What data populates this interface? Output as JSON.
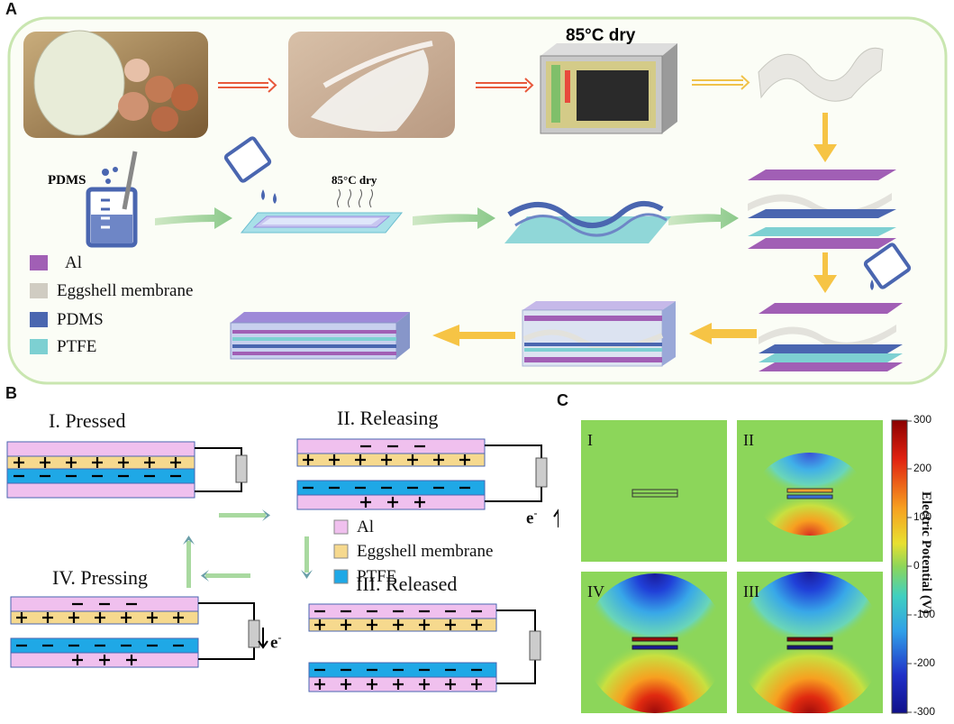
{
  "panels": {
    "a": "A",
    "b": "B",
    "c": "C"
  },
  "panel_a": {
    "dry_label_top": "85°C dry",
    "dry_label_mid": "85°C dry",
    "pdms_label": "PDMS",
    "legend": [
      {
        "label": "Al",
        "color": "#a15fb5"
      },
      {
        "label": "Eggshell membrane",
        "color": "#d0ccc2"
      },
      {
        "label": "PDMS",
        "color": "#4a66b0"
      },
      {
        "label": "PTFE",
        "color": "#7dd0d2"
      }
    ]
  },
  "panel_b": {
    "stages": [
      "I. Pressed",
      "II. Releasing",
      "III. Released",
      "IV. Pressing"
    ],
    "electron": "e",
    "electron_sup": "-",
    "legend": [
      {
        "label": "Al",
        "color": "#f0c0ee"
      },
      {
        "label": "Eggshell membrane",
        "color": "#f6d98e"
      },
      {
        "label": "PTFE",
        "color": "#1fa8e6"
      }
    ]
  },
  "panel_c": {
    "maps": [
      "I",
      "II",
      "III",
      "IV"
    ],
    "colorbar": {
      "title": "Electric Potential (V)",
      "ticks": [
        "300",
        "200",
        "100",
        "0",
        "-100",
        "-200",
        "-300"
      ]
    }
  }
}
